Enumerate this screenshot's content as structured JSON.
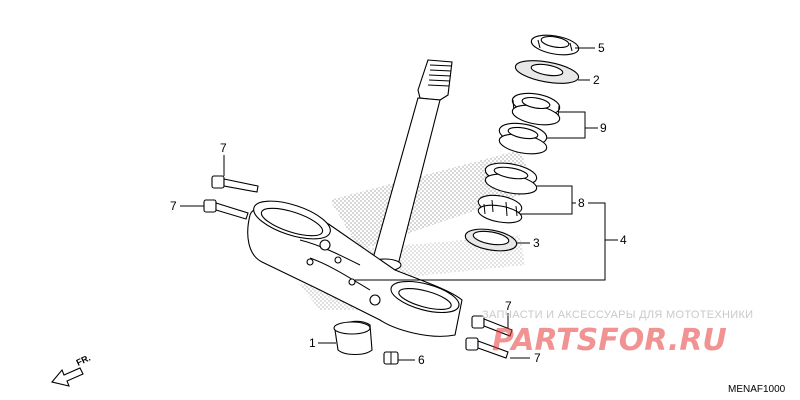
{
  "diagram": {
    "callouts": {
      "c1": "1",
      "c2": "2",
      "c3": "3",
      "c4": "4",
      "c5": "5",
      "c6": "6",
      "c7a": "7",
      "c7b": "7",
      "c7c": "7",
      "c7d": "7",
      "c8": "8",
      "c9": "9"
    },
    "front_label": "FR.",
    "diagram_code": "MENAF1000",
    "watermark_text": "ЗАПЧАСТИ И АКСЕССУАРЫ ДЛЯ МОТОТЕХНИКИ",
    "watermark_logo": "PARTSFOR.RU",
    "colors": {
      "line": "#000000",
      "shading": "#9a9a9a",
      "watermark_logo": "#e83b3b",
      "watermark_text": "#c9c9c9"
    }
  }
}
